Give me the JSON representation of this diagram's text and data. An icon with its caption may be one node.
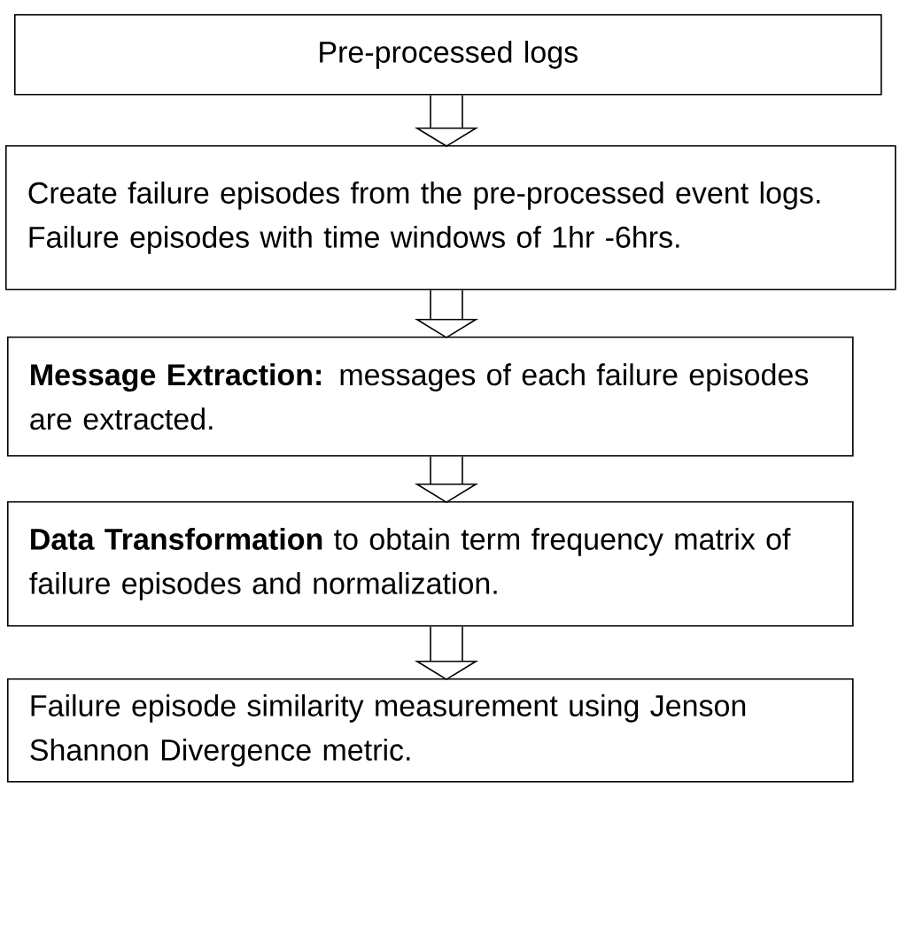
{
  "diagram": {
    "nodes": [
      {
        "text": [
          "Pre-processed logs"
        ]
      },
      {
        "text": [
          "Create failure episodes from the pre-processed event logs. Failure episodes with time windows of 1hr -6hrs."
        ]
      },
      {
        "text": [
          "**Message Extraction:** messages of each failure episodes are extracted."
        ]
      },
      {
        "text": [
          "**Data Transformation** to obtain term frequency matrix of failure episodes and normalization."
        ]
      },
      {
        "text": [
          "Failure episode similarity measurement using Jenson Shannon Divergence metric."
        ]
      }
    ],
    "edges": [
      {
        "from": 0,
        "to": 1,
        "arrow": "to"
      },
      {
        "from": 1,
        "to": 2,
        "arrow": "to"
      },
      {
        "from": 2,
        "to": 3,
        "arrow": "to"
      },
      {
        "from": 3,
        "to": 4,
        "arrow": "to"
      }
    ]
  }
}
